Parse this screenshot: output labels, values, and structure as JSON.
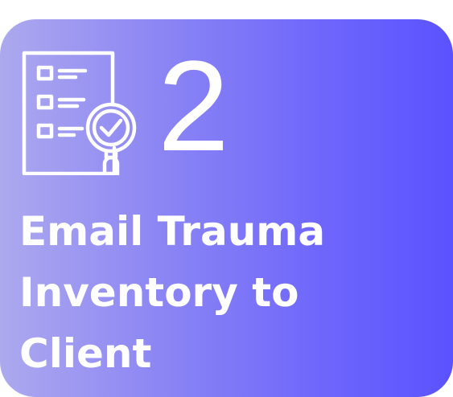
{
  "card": {
    "step_number": "2",
    "title_lines": [
      "Email Trauma",
      "Inventory to",
      "Client"
    ],
    "gradient_start": "#ada9ee",
    "gradient_end": "#5b52ff",
    "text_color": "#ffffff"
  },
  "icons": {
    "main": "checklist-magnifier-icon"
  }
}
